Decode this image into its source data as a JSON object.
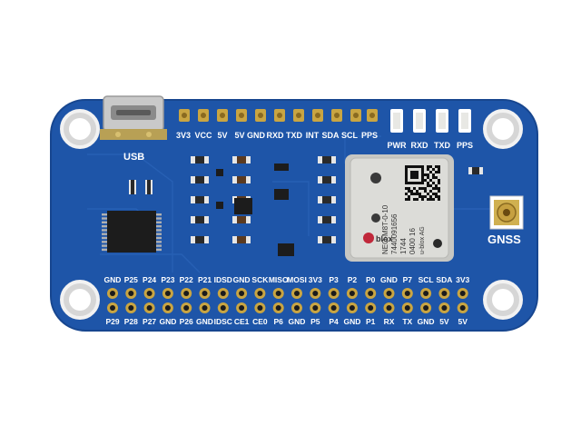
{
  "board": {
    "usb_label": "USB",
    "gnss_label": "GNSS",
    "top_pin_labels": [
      "3V3",
      "VCC",
      "5V",
      "5V",
      "GND",
      "RXD",
      "TXD",
      "INT",
      "SDA",
      "SCL",
      "PPS"
    ],
    "led_labels": [
      "PWR",
      "RXD",
      "TXD",
      "PPS"
    ],
    "header_top_labels": [
      "GND",
      "P25",
      "P24",
      "P23",
      "P22",
      "P21",
      "IDSD",
      "GND",
      "SCK",
      "MISO",
      "MOSI",
      "3V3",
      "P3",
      "P2",
      "P0",
      "GND",
      "P7",
      "SCL",
      "SDA",
      "3V3"
    ],
    "header_bottom_labels": [
      "P29",
      "P28",
      "P27",
      "GND",
      "P26",
      "GND",
      "IDSC",
      "CE1",
      "CE0",
      "P6",
      "GND",
      "P5",
      "P4",
      "GND",
      "P1",
      "RX",
      "TX",
      "GND",
      "5V",
      "5V"
    ]
  },
  "module": {
    "brand": "blox",
    "model": "NEO-M8T-0-10",
    "serial": "7440091656",
    "date_code": "1744",
    "lot": "0400 16",
    "maker": "u-blox AG"
  },
  "colors": {
    "pcb": "#1e55a8",
    "pcb_edge": "#17468f",
    "silkscreen": "#ffffff",
    "gold": "#c9a542",
    "module_shield": "#d8d8d4",
    "ic": "#1c1c1c"
  }
}
